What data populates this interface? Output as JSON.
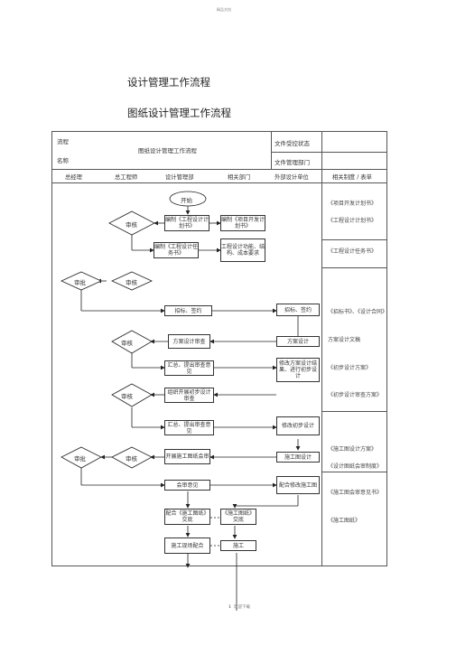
{
  "header_note": "精品文档",
  "title": "设计管理工作流程",
  "subtitle": "图纸设计管理工作流程",
  "table": {
    "label_process": "流程",
    "label_name": "名称",
    "process_name": "图纸设计管理工作流程",
    "doc_status_label": "文件受控状态",
    "doc_dept_label": "文件管理部门",
    "columns": [
      "总经理",
      "总工程师",
      "设计管理部",
      "相关部门",
      "外部设计单位",
      "相关制度 / 表单"
    ]
  },
  "nodes": {
    "start": "开始",
    "review1": "审核",
    "compile_plan": "编制《工程设计计划书》",
    "compile_project_plan": "编制《项目开发计划书》",
    "compile_task": "编制《工程设计任务书》",
    "design_reqs": "工程设计功能、结构、成本要求",
    "approve1": "审批",
    "review2": "审核",
    "tender1": "招标、签约",
    "tender2": "招标、签约",
    "review3": "审核",
    "scheme_review": "方案设计审查",
    "scheme_design": "方案设计",
    "collect1": "汇总、提出审查意见",
    "revise_scheme": "修改方案设计结果、进行初步设计",
    "review4": "审核",
    "prelim_review": "组织开展初步设计审查",
    "collect2": "汇总、提出审查意见",
    "revise_prelim": "修改初步设计",
    "approve2": "审批",
    "review5": "审核",
    "drawing_review": "开展施工图纸会审",
    "construction_drawing": "施工图设计",
    "review_opinion": "会审意见",
    "cooperate_revise": "配合修改施工图",
    "coop_handover": "配合《施工图纸》交底",
    "drawing_handover": "《施工图纸》交底",
    "site_coop": "施工现场配合",
    "construction": "施工"
  },
  "references": {
    "r1": "《项目开发计划书》",
    "r2": "《工程设计计划书》",
    "r3": "《工程设计任务书》",
    "r4": "《招标书》、《设计合同》",
    "r5": "方案设计文稿",
    "r6": "《初步设计方案》",
    "r7": "《初步设计审查方案》",
    "r8": "《施工图设计方案》",
    "r9": "《设计图纸会审制度》",
    "r10": "《施工图会审意见书》",
    "r11": "《施工图纸》"
  },
  "footer": {
    "page": "1",
    "note": "欢迎下载"
  }
}
